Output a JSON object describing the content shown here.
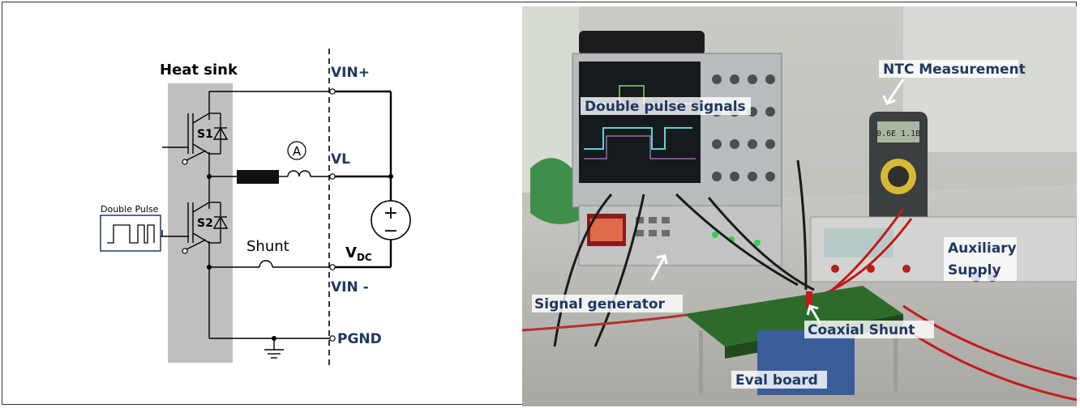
{
  "schematic": {
    "heat_sink_label": "Heat sink",
    "switch_top": "S1",
    "switch_bottom": "S2",
    "ammeter_symbol": "A",
    "shunt_label": "Shunt",
    "source_label_main": "V",
    "source_label_sub": "DC",
    "source_plus": "+",
    "source_minus": "−",
    "double_pulse_label": "Double Pulse",
    "nodes": {
      "vin_plus": "VIN+",
      "vl": "VL",
      "vin_minus": "VIN -",
      "pgnd": "PGND"
    }
  },
  "photo": {
    "labels": {
      "double_pulse_signals": "Double pulse signals",
      "ntc_measurement": "NTC Measurement",
      "auxiliary_supply_1": "Auxiliary",
      "auxiliary_supply_2": "Supply",
      "signal_generator": "Signal generator",
      "coaxial_shunt": "Coaxial Shunt",
      "eval_board": "Eval board"
    },
    "scope_readout": "0.6E 1.1B"
  },
  "colors": {
    "label_text": "#1f3864",
    "heat_sink_fill": "#bfbfbf",
    "photo_label_bg": "#ffffff",
    "board_green": "#2e6b2a"
  }
}
